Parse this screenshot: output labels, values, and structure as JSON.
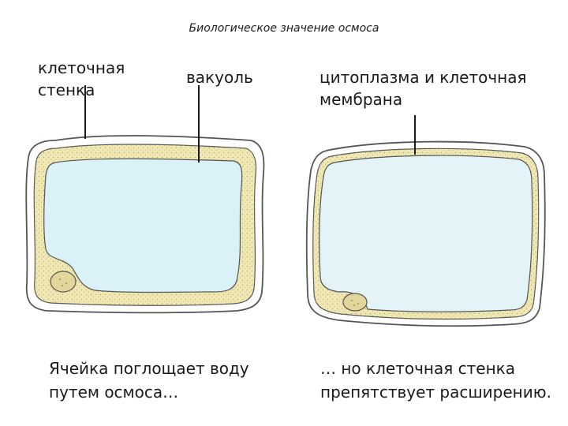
{
  "title": "Биологическое значение осмоса",
  "labels": {
    "cell_wall": "клеточная\nстенка",
    "vacuole": "вакуоль",
    "cytoplasm_membrane": "цитоплазма и клеточная\nмембрана"
  },
  "captions": {
    "left": "Ячейка поглощает воду\nпутем осмоса…",
    "right": "… но  клеточная стенка\nпрепятствует расширению."
  },
  "colors": {
    "cytoplasm": "#efe8b4",
    "vacuole": "#d9f1f7",
    "vacuole_full": "#e3f3f7",
    "wall_outline": "#555555",
    "nucleus": "#e2d69a"
  }
}
